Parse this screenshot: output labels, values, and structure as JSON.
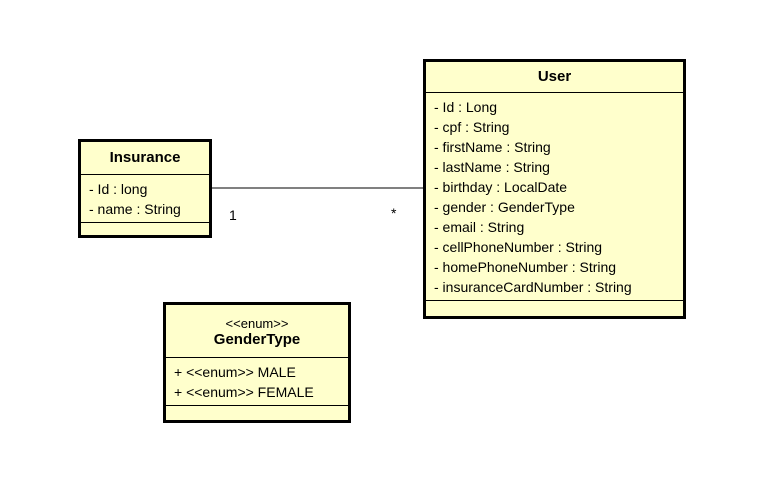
{
  "classes": {
    "insurance": {
      "name": "Insurance",
      "attributes": [
        "- Id : long",
        "- name : String"
      ]
    },
    "user": {
      "name": "User",
      "attributes": [
        "- Id : Long",
        "- cpf : String",
        "- firstName : String",
        "- lastName : String",
        "- birthday : LocalDate",
        "- gender : GenderType",
        "- email : String",
        "- cellPhoneNumber : String",
        "- homePhoneNumber : String",
        "- insuranceCardNumber : String"
      ]
    },
    "gender_type": {
      "stereotype": "<<enum>>",
      "name": "GenderType",
      "literals": [
        "+ <<enum>> MALE",
        "+ <<enum>> FEMALE"
      ]
    }
  },
  "association": {
    "insurance_multiplicity": "1",
    "user_multiplicity": "*"
  },
  "colors": {
    "class_fill": "#ffffcc",
    "border": "#000000",
    "background": "#ffffff"
  }
}
